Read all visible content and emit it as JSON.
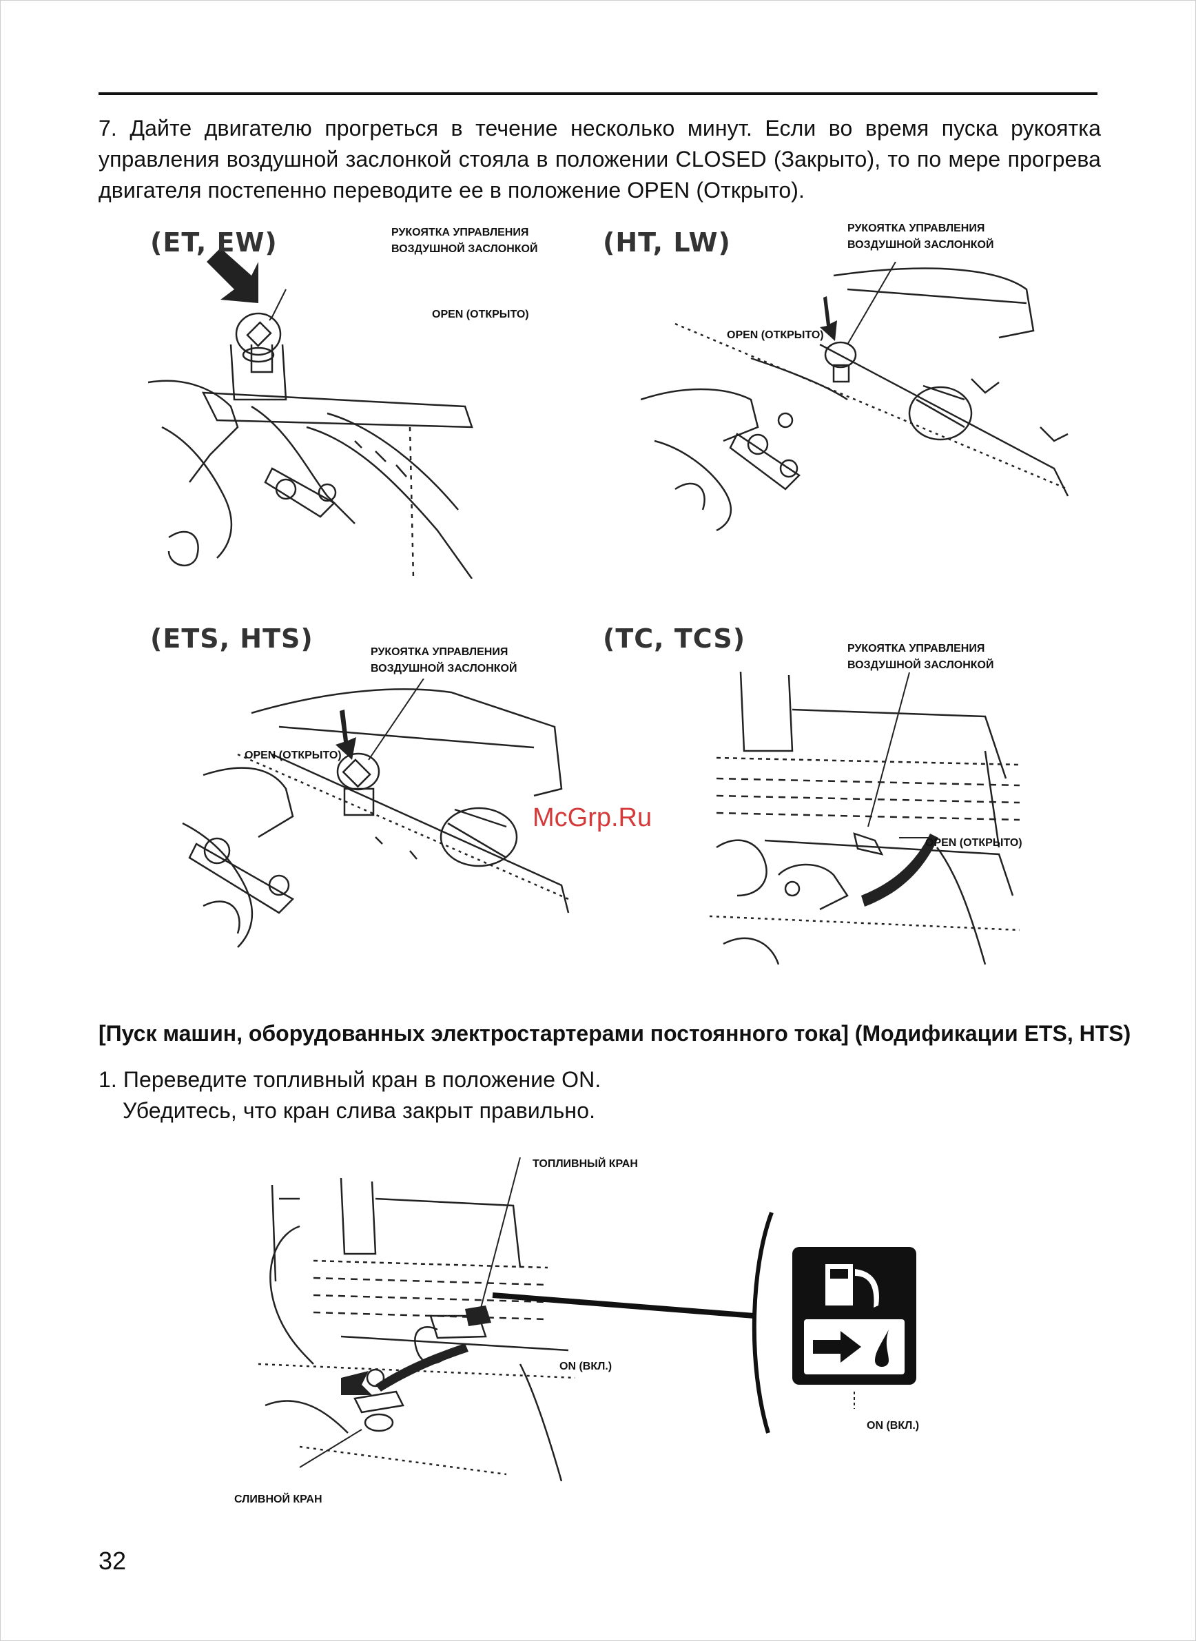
{
  "step7": "7. Дайте двигателю прогреться в течение несколько минут. Если во время пуска рукоятка управления воздушной заслонкой стояла в положении CLOSED (Закрыто), то по мере прогрева двигателя постепенно переводите ее в положение OPEN (Открыто).",
  "figures": [
    {
      "label": "(ET, EW)",
      "callout_lever": "РУКОЯТКА УПРАВЛЕНИЯ ВОЗДУШНОЙ ЗАСЛОНКОЙ",
      "callout_open": "OPEN (ОТКРЫТО)"
    },
    {
      "label": "(HT, LW)",
      "callout_lever": "РУКОЯТКА УПРАВЛЕНИЯ ВОЗДУШНОЙ ЗАСЛОНКОЙ",
      "callout_open": "OPEN (ОТКРЫТО)"
    },
    {
      "label": "(ETS, HTS)",
      "callout_lever": "РУКОЯТКА УПРАВЛЕНИЯ ВОЗДУШНОЙ ЗАСЛОНКОЙ",
      "callout_open": "OPEN (ОТКРЫТО)"
    },
    {
      "label": "(TC, TCS)",
      "callout_lever": "РУКОЯТКА УПРАВЛЕНИЯ ВОЗДУШНОЙ ЗАСЛОНКОЙ",
      "callout_open": "OPEN (ОТКРЫТО)"
    }
  ],
  "watermark": "McGrp.Ru",
  "section_heading": "[Пуск машин, оборудованных электростартерами постоянного тока] (Модификации ETS, HTS)",
  "step1": {
    "line1": "1. Переведите топливный кран в положение ON.",
    "line2": "Убедитесь, что кран слива закрыт правильно."
  },
  "fuel_figure": {
    "fuel_valve": "ТОПЛИВНЫЙ КРАН",
    "on_label": "ON (ВКЛ.)",
    "on_symbol_label": "ON (ВКЛ.)",
    "drain_valve": "СЛИВНОЙ КРАН"
  },
  "page_number": "32"
}
